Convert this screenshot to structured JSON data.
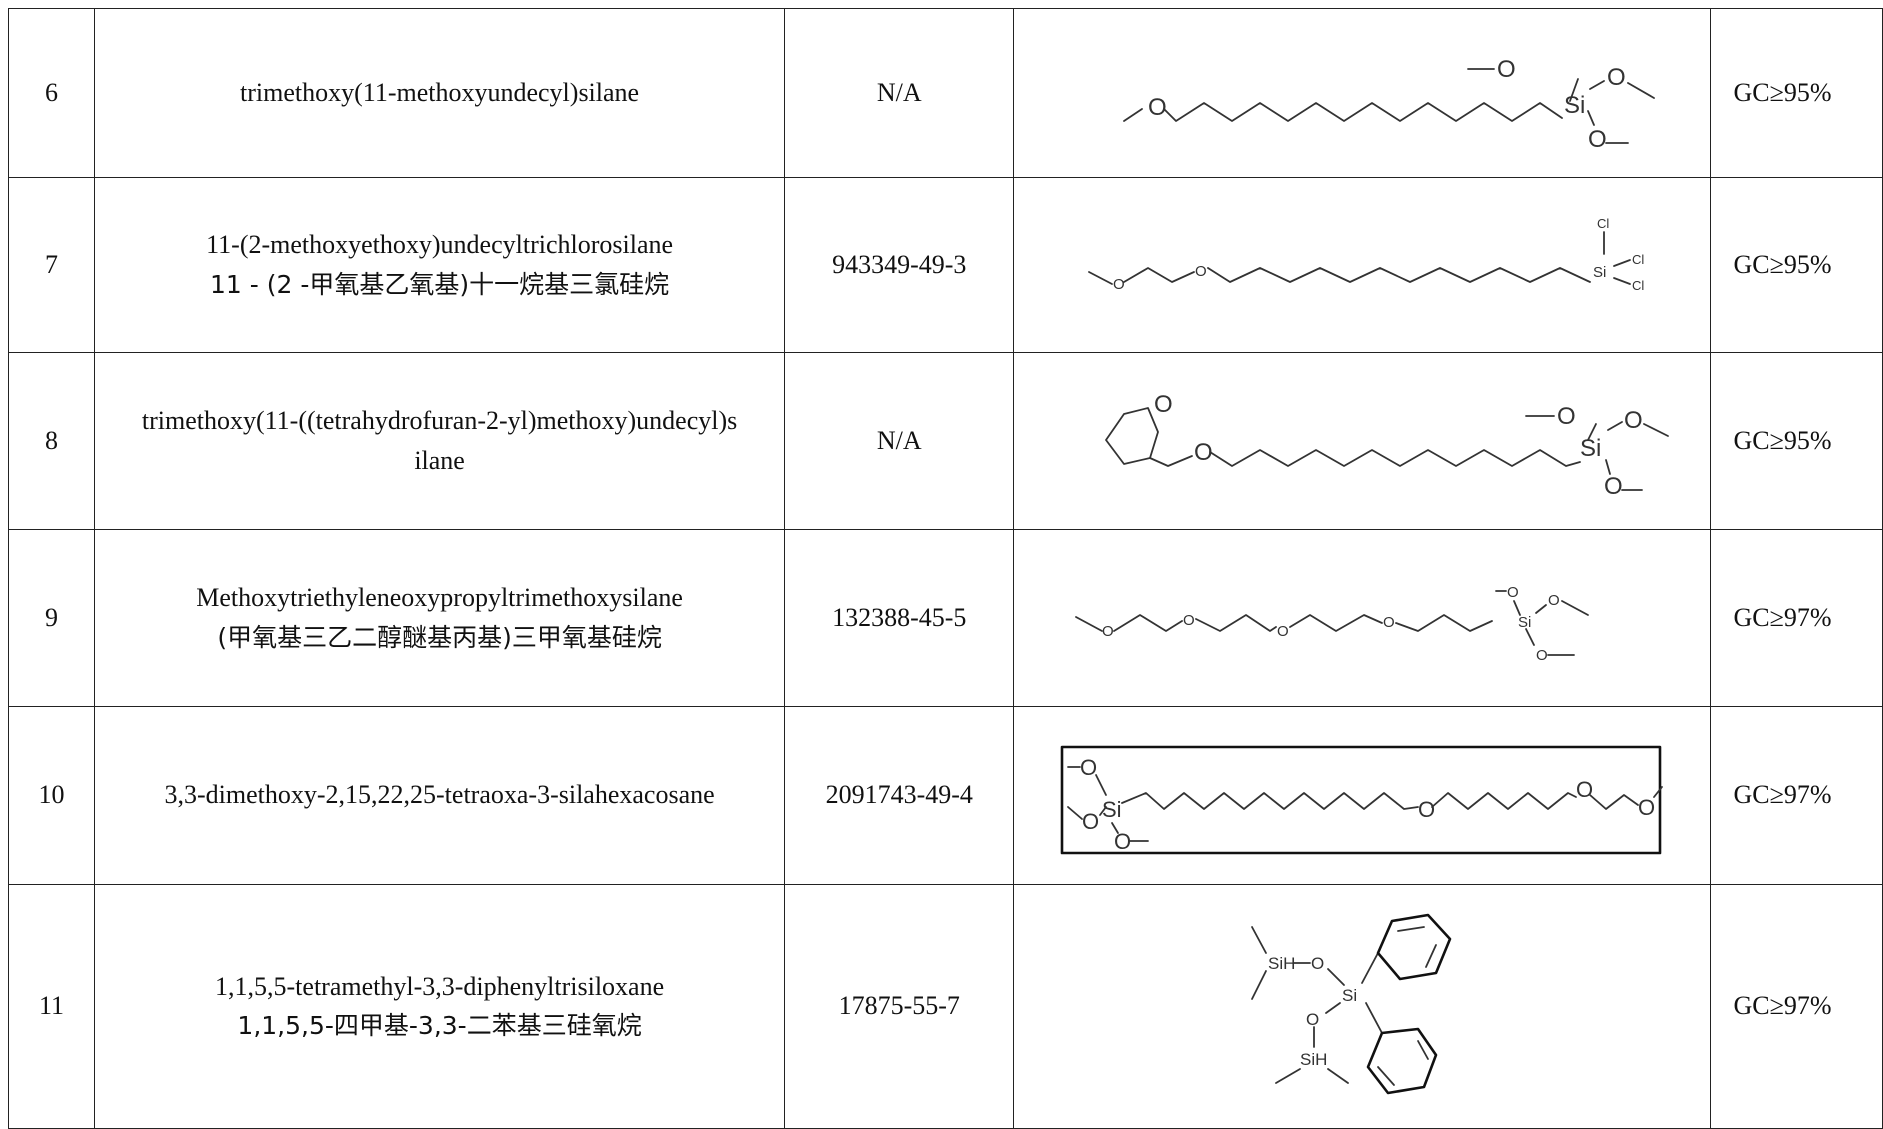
{
  "rows": [
    {
      "no": "6",
      "name_en": "trimethoxy(11-methoxyundecyl)silane",
      "name_zh": "",
      "cas": "N/A",
      "purity": "GC≥95%",
      "atoms": {
        "o1": "O",
        "si": "Si",
        "o2": "O",
        "o3": "O",
        "o4": "O"
      }
    },
    {
      "no": "7",
      "name_en": "11-(2-methoxyethoxy)undecyltrichlorosilane",
      "name_zh": "11 - (2 -甲氧基乙氧基)十一烷基三氯硅烷",
      "cas": "943349-49-3",
      "purity": "GC≥95%",
      "atoms": {
        "o1": "O",
        "o2": "O",
        "si": "Si",
        "cl1": "Cl",
        "cl2": "Cl",
        "cl3": "Cl"
      }
    },
    {
      "no": "8",
      "name_en": "trimethoxy(11-((tetrahydrofuran-2-yl)methoxy)undecyl)s",
      "name_en2": "ilane",
      "cas": "N/A",
      "purity": "GC≥95%",
      "atoms": {
        "ring_o": "O",
        "o1": "O",
        "si": "Si",
        "o2": "O",
        "o3": "O",
        "o4": "O"
      }
    },
    {
      "no": "9",
      "name_en": "Methoxytriethyleneoxypropyltrimethoxysilane",
      "name_zh": "(甲氧基三乙二醇醚基丙基)三甲氧基硅烷",
      "cas": "132388-45-5",
      "purity": "GC≥97%",
      "atoms": {
        "o1": "O",
        "o2": "O",
        "o3": "O",
        "o4": "O",
        "si": "Si",
        "o5": "O",
        "o6": "O",
        "o7": "O"
      }
    },
    {
      "no": "10",
      "name_en": "3,3-dimethoxy-2,15,22,25-tetraoxa-3-silahexacosane",
      "name_zh": "",
      "cas": "2091743-49-4",
      "purity": "GC≥97%",
      "atoms": {
        "o1": "O",
        "si": "Si",
        "o2": "O",
        "o3": "O",
        "o4": "O",
        "o5": "O",
        "o6": "O"
      }
    },
    {
      "no": "11",
      "name_en": "1,1,5,5-tetramethyl-3,3-diphenyltrisiloxane",
      "name_zh": "1,1,5,5-四甲基-3,3-二苯基三硅氧烷",
      "cas": "17875-55-7",
      "purity": "GC≥97%",
      "atoms": {
        "sih1": "SiH",
        "o1": "O",
        "si": "Si",
        "o2": "O",
        "sih2": "SiH"
      }
    }
  ]
}
